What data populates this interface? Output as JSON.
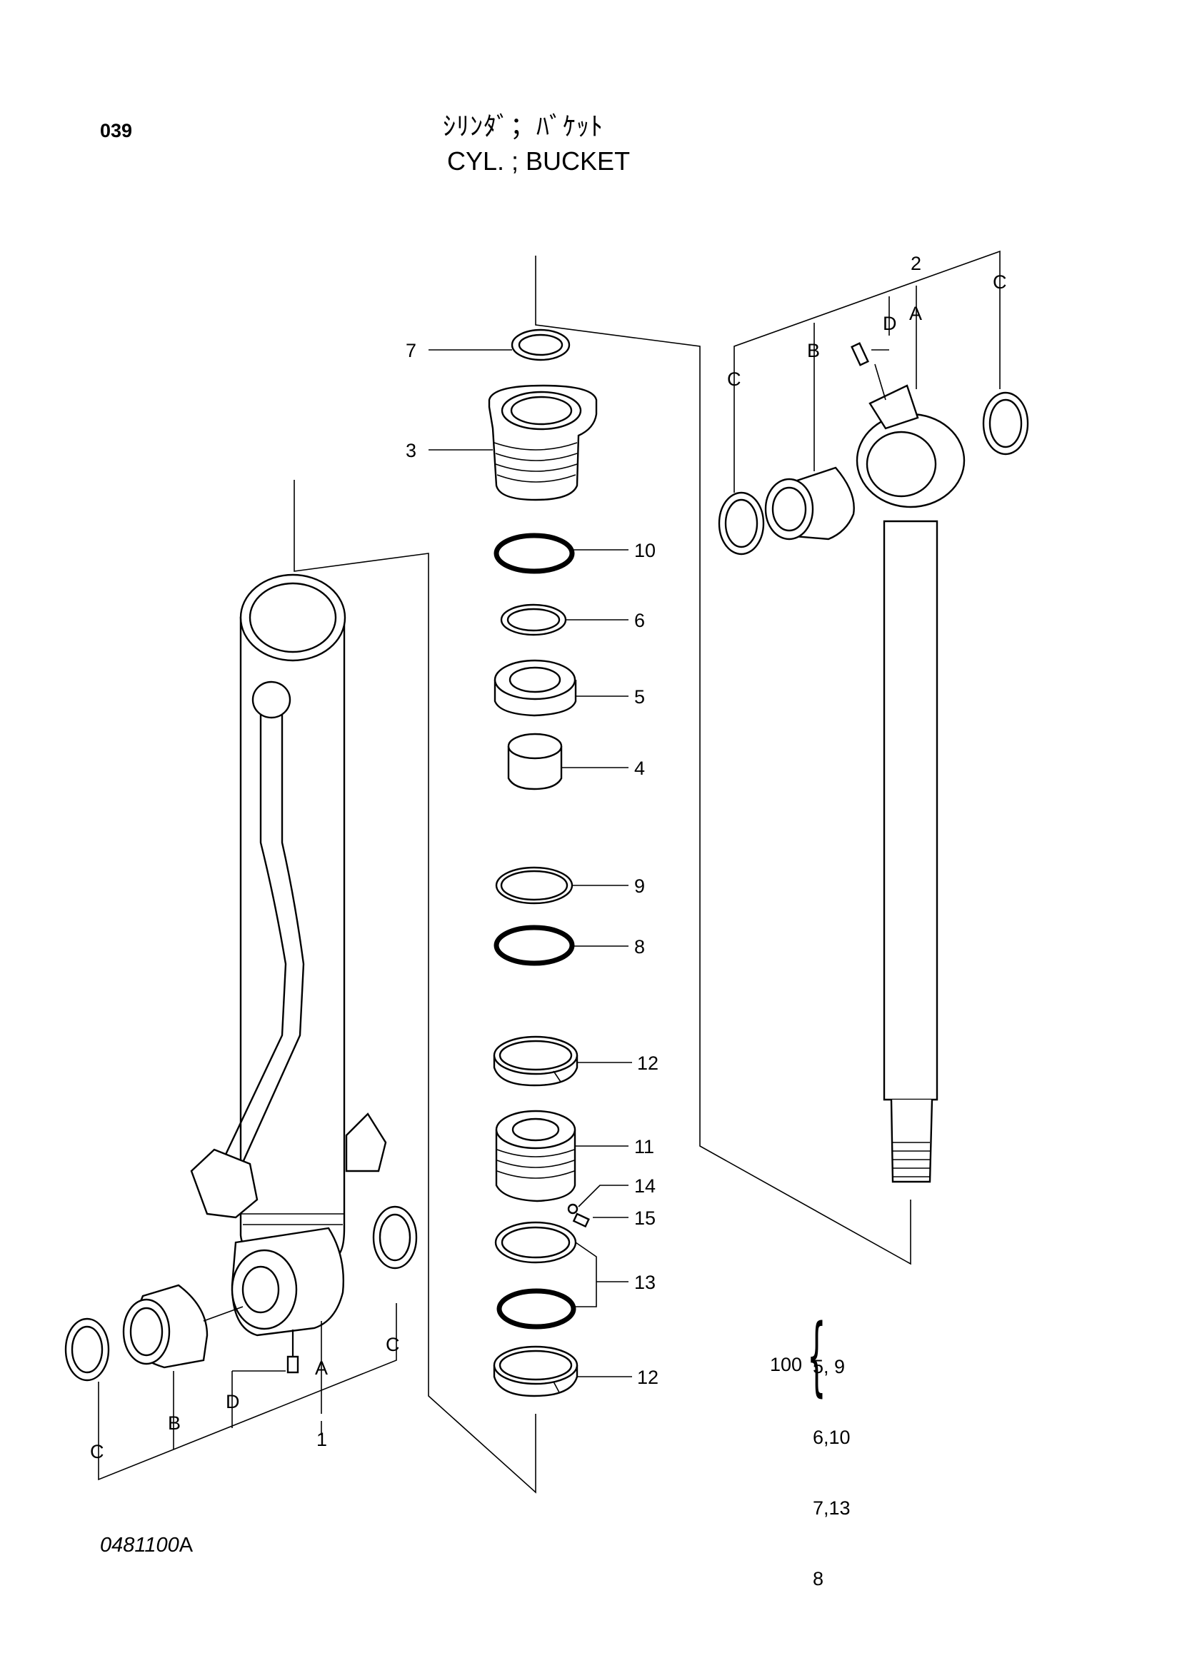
{
  "page": {
    "number": "039",
    "title_jp": "ｼﾘﾝﾀﾞ；ﾊﾞｹｯﾄ",
    "title_en": "CYL. ; BUCKET",
    "doc_id": "0481100",
    "doc_suffix": "A"
  },
  "callouts": {
    "p1": "1",
    "p2": "2",
    "p3": "3",
    "p4": "4",
    "p5": "5",
    "p6": "6",
    "p7": "7",
    "p8": "8",
    "p9": "9",
    "p10": "10",
    "p11": "11",
    "p12a": "12",
    "p12b": "12",
    "p13": "13",
    "p14": "14",
    "p15": "15"
  },
  "letters": {
    "left_a": "A",
    "left_b": "B",
    "left_c1": "C",
    "left_c2": "C",
    "left_d": "D",
    "right_a": "A",
    "right_b": "B",
    "right_c1": "C",
    "right_c2": "C",
    "right_d": "D"
  },
  "kit": {
    "number": "100",
    "items": [
      "5, 9",
      "6,10",
      "7,13",
      "8"
    ]
  }
}
